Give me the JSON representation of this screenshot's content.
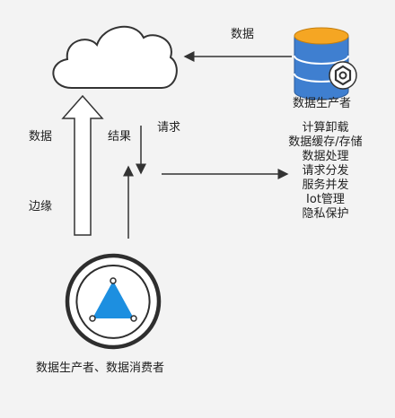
{
  "labels": {
    "data_top": "数据",
    "producer": "数据生产者",
    "request": "请求",
    "result": "结果",
    "data_left": "数据",
    "edge": "边缘",
    "bottom_role": "数据生产者、数据消费者"
  },
  "features": [
    "计算卸载",
    "数据缓存/存储",
    "数据处理",
    "请求分发",
    "服务并发",
    "Iot管理",
    "隐私保护"
  ],
  "icons": {
    "cloud": "cloud-icon",
    "database": "database-icon",
    "gear": "gear-icon",
    "edge_node": "edge-node-icon"
  },
  "colors": {
    "background": "#f3f3f3",
    "database_fill": "#3f7fd0",
    "database_top": "#f5a623",
    "triangle": "#1d8fe0",
    "outline": "#2e2e2e"
  }
}
